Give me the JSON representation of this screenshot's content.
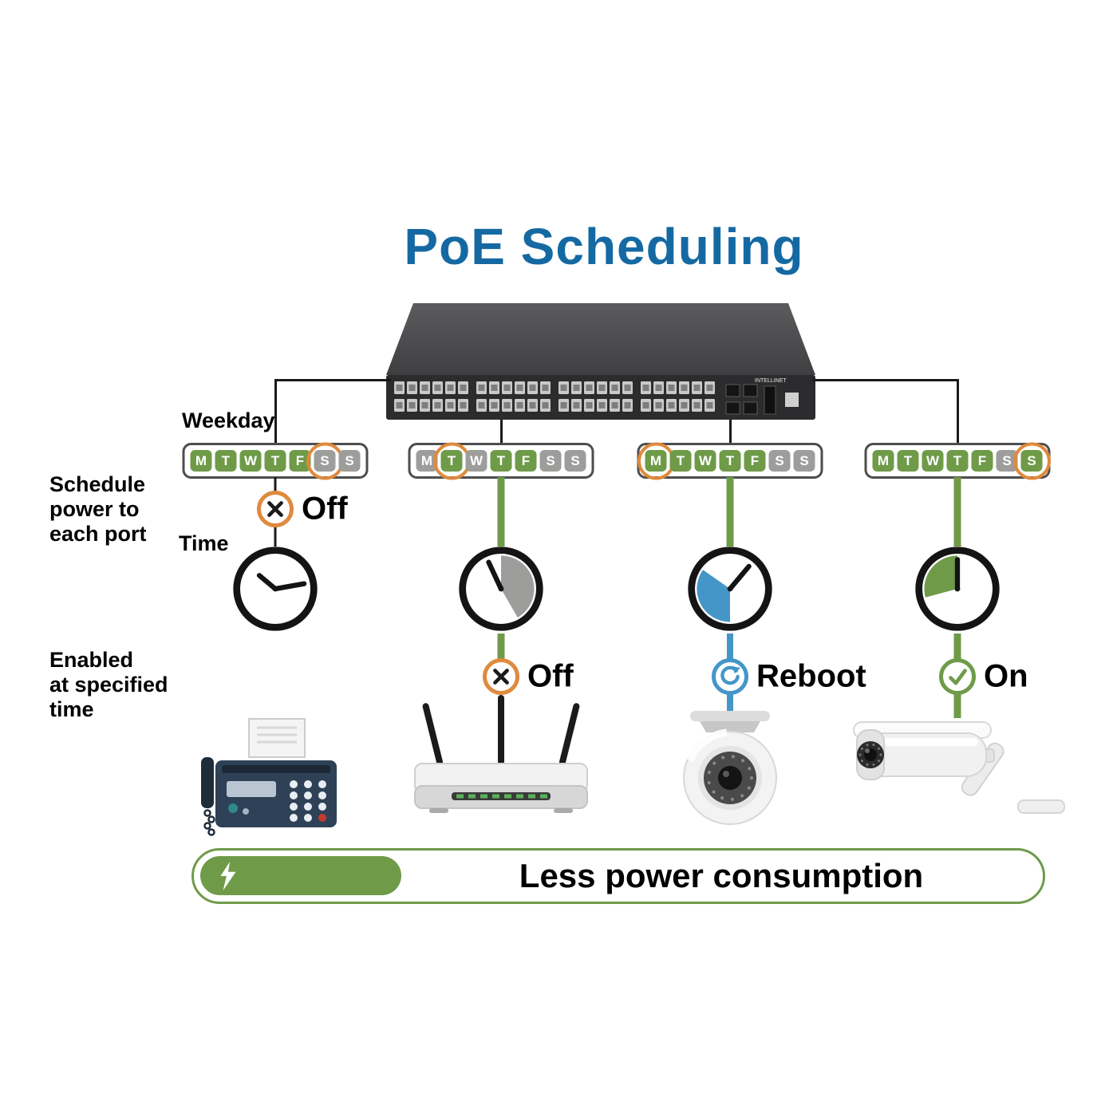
{
  "title": "PoE Scheduling",
  "colors": {
    "green": "#6f9b49",
    "orange": "#df8a3d",
    "blue": "#4596c8",
    "gray": "#9d9d9c",
    "titleBlue": "#1569a3",
    "line": "#1a1a1a"
  },
  "switch": {
    "brand": "INTELLINET"
  },
  "labels": {
    "weekday": "Weekday",
    "schedule_power": "Schedule\npower to\neach port",
    "time": "Time",
    "enabled": "Enabled\nat specified\ntime"
  },
  "banner": {
    "text": "Less power consumption",
    "icon": "lightning-bolt-icon"
  },
  "groups": [
    {
      "device": "fax-machine",
      "days": [
        {
          "letter": "M",
          "state": "on"
        },
        {
          "letter": "T",
          "state": "on"
        },
        {
          "letter": "W",
          "state": "on"
        },
        {
          "letter": "T",
          "state": "on"
        },
        {
          "letter": "F",
          "state": "on"
        },
        {
          "letter": "S",
          "state": "off",
          "circled": true
        },
        {
          "letter": "S",
          "state": "off"
        }
      ],
      "action": {
        "type": "off",
        "label": "Off"
      },
      "clock": {
        "pie": null,
        "hands": [
          {
            "angle": 310,
            "len": 27
          },
          {
            "angle": 80,
            "len": 38
          }
        ]
      }
    },
    {
      "device": "wireless-router",
      "days": [
        {
          "letter": "M",
          "state": "off"
        },
        {
          "letter": "T",
          "state": "on",
          "circled": true
        },
        {
          "letter": "W",
          "state": "off"
        },
        {
          "letter": "T",
          "state": "on"
        },
        {
          "letter": "F",
          "state": "on"
        },
        {
          "letter": "S",
          "state": "off"
        },
        {
          "letter": "S",
          "state": "off"
        }
      ],
      "action": {
        "type": "off",
        "label": "Off"
      },
      "clock": {
        "pie": {
          "start": 0,
          "end": 150,
          "color": "gray"
        },
        "hands": [
          {
            "angle": 335,
            "len": 38
          }
        ]
      }
    },
    {
      "device": "dome-camera",
      "days": [
        {
          "letter": "M",
          "state": "on",
          "circled": true
        },
        {
          "letter": "T",
          "state": "on"
        },
        {
          "letter": "W",
          "state": "on"
        },
        {
          "letter": "T",
          "state": "on"
        },
        {
          "letter": "F",
          "state": "on"
        },
        {
          "letter": "S",
          "state": "off"
        },
        {
          "letter": "S",
          "state": "off"
        }
      ],
      "action": {
        "type": "reboot",
        "label": "Reboot"
      },
      "clock": {
        "pie": {
          "start": 180,
          "end": 305,
          "color": "blue"
        },
        "hands": [
          {
            "angle": 40,
            "len": 38
          }
        ]
      }
    },
    {
      "device": "bullet-camera",
      "days": [
        {
          "letter": "M",
          "state": "on"
        },
        {
          "letter": "T",
          "state": "on"
        },
        {
          "letter": "W",
          "state": "on"
        },
        {
          "letter": "T",
          "state": "on"
        },
        {
          "letter": "F",
          "state": "on"
        },
        {
          "letter": "S",
          "state": "off"
        },
        {
          "letter": "S",
          "state": "on",
          "circled": true
        }
      ],
      "action": {
        "type": "on",
        "label": "On"
      },
      "clock": {
        "pie": {
          "start": 255,
          "end": 360,
          "color": "green"
        },
        "hands": [
          {
            "angle": 0,
            "len": 38
          }
        ]
      }
    }
  ]
}
